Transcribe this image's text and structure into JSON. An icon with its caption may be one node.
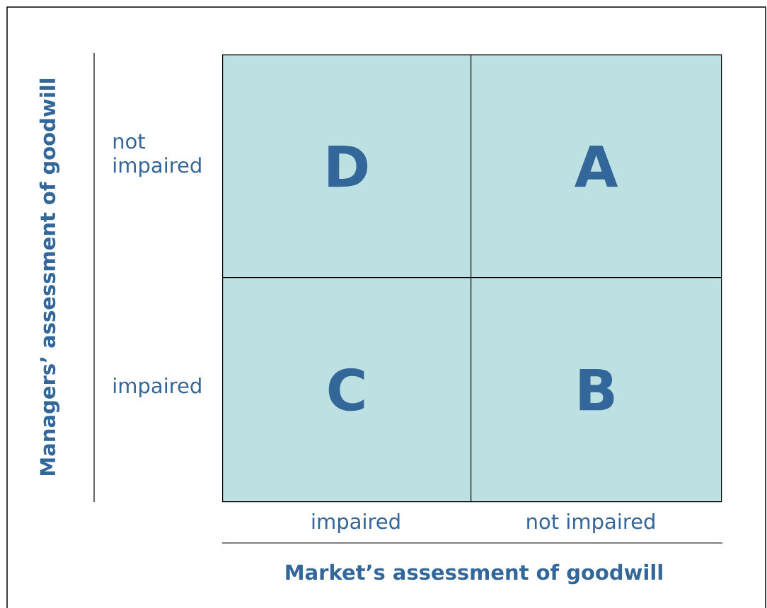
{
  "diagram": {
    "nodes": [
      {
        "text": [
          "D"
        ]
      },
      {
        "text": [
          "A"
        ]
      },
      {
        "text": [
          "C"
        ]
      },
      {
        "text": [
          "B"
        ]
      }
    ],
    "labels": [
      "Managers’ assessment of goodwill",
      "not impaired",
      "impaired",
      "impaired",
      "not impaired",
      "Market’s assessment of goodwill"
    ]
  }
}
